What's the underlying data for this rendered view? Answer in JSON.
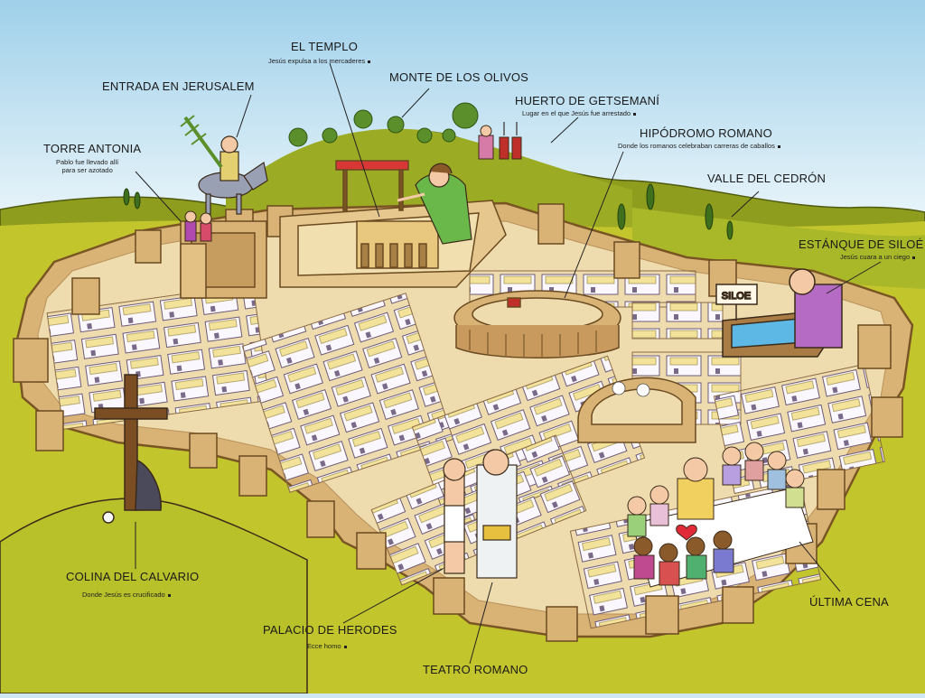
{
  "places": {
    "el_templo": {
      "title": "EL TEMPLO",
      "desc": "Jesús expulsa a los mercaderes"
    },
    "monte_olivos": {
      "title": "MONTE DE LOS OLIVOS"
    },
    "entrada_jerusalem": {
      "title": "ENTRADA EN JERUSALEM"
    },
    "huerto_getsemani": {
      "title": "HUERTO DE GETSEMANÍ",
      "desc": "Lugar en el que Jesús fue arrestado"
    },
    "hipodromo": {
      "title": "HIPÓDROMO ROMANO",
      "desc": "Donde los romanos celebraban carreras de caballos"
    },
    "torre_antonia": {
      "title": "TORRE ANTONIA",
      "desc_1": "Pablo fue llevado allí",
      "desc_2": "para ser azotado"
    },
    "valle_cedron": {
      "title": "VALLE DEL CEDRÓN"
    },
    "estanque_siloe": {
      "title": "ESTÁNQUE DE SILOÉ",
      "desc": "Jesús cuara a un ciego",
      "sign": "SILOE"
    },
    "colina_calvario": {
      "title": "COLINA DEL CALVARIO",
      "desc": "Donde Jesús es crucificado"
    },
    "palacio_herodes": {
      "title": "PALACIO DE HERODES",
      "desc": "Ecce homo"
    },
    "teatro_romano": {
      "title": "TEATRO ROMANO"
    },
    "ultima_cena": {
      "title": "ÚLTIMA CENA"
    }
  },
  "colors": {
    "sky_top": "#9fd0ea",
    "sky_bottom": "#e9f5fb",
    "hill": "#8a9b1f",
    "grass": "#c2c42c",
    "wall": "#d9b275",
    "wall_dark": "#a97c45",
    "street": "#efdcae",
    "roof": "#f3e39a",
    "house": "#fbf7ff",
    "water": "#5db8e6"
  }
}
